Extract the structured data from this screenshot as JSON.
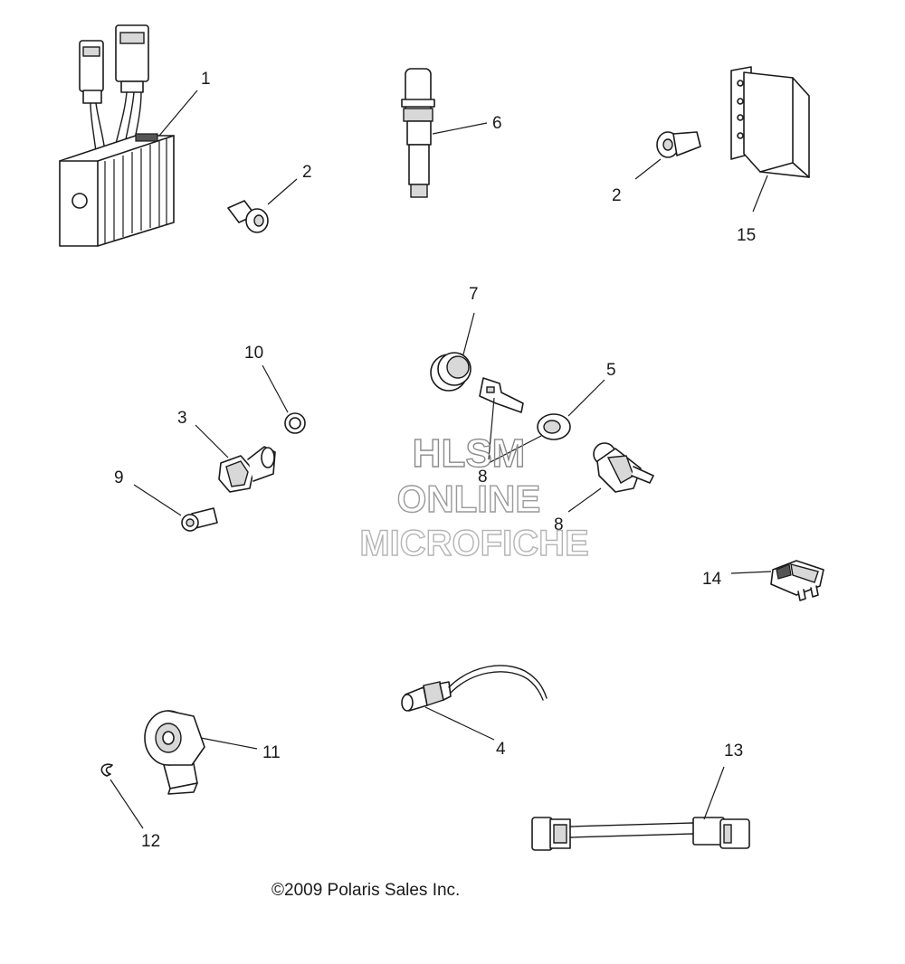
{
  "callouts": {
    "c1": "1",
    "c2a": "2",
    "c2b": "2",
    "c3": "3",
    "c4": "4",
    "c5": "5",
    "c6": "6",
    "c7": "7",
    "c8a": "8",
    "c8b": "8",
    "c9": "9",
    "c10": "10",
    "c11": "11",
    "c12": "12",
    "c13": "13",
    "c14": "14",
    "c15": "15"
  },
  "watermark": {
    "line1": "HLSM",
    "line2": "ONLINE",
    "line3": "MICROFICHE"
  },
  "copyright": "©2009 Polaris Sales Inc.",
  "colors": {
    "line": "#1a1a1a",
    "watermark": "#9a9a9a",
    "background": "#ffffff"
  }
}
